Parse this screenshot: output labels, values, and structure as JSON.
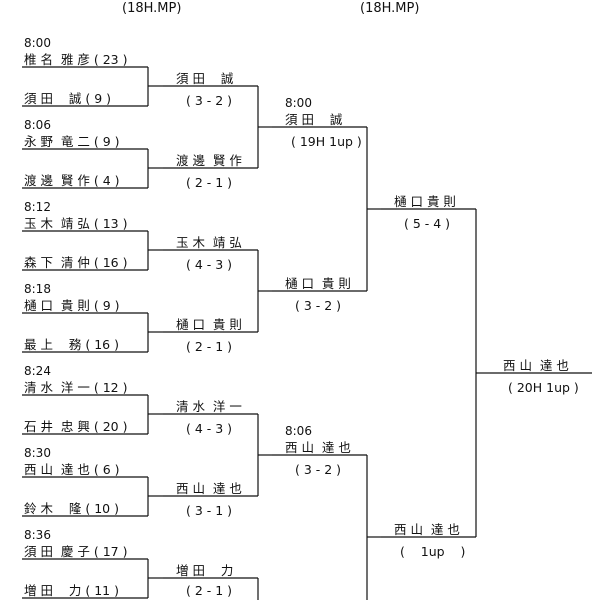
{
  "header": {
    "left_format": "(18H.MP)",
    "right_format": "(18H.MP)"
  },
  "round1": [
    {
      "time": "8:00",
      "top": "椎 名  雅 彦 ( 23 )",
      "bottom": "須 田    誠 ( 9 )"
    },
    {
      "time": "8:06",
      "top": "永 野  竜 二 ( 9 )",
      "bottom": "渡 邊  賢 作 ( 4 )"
    },
    {
      "time": "8:12",
      "top": "玉 木  靖 弘 ( 13 )",
      "bottom": "森 下  清 仲 ( 16 )"
    },
    {
      "time": "8:18",
      "top": "樋 口  貴 則 ( 9 )",
      "bottom": "最 上    務 ( 16 )"
    },
    {
      "time": "8:24",
      "top": "清 水  洋 一 ( 12 )",
      "bottom": "石 井  忠 興 ( 20 )"
    },
    {
      "time": "8:30",
      "top": "西 山  達 也 ( 6 )",
      "bottom": "鈴 木    隆 ( 10 )"
    },
    {
      "time": "8:36",
      "top": "須 田  慶 子 ( 17 )",
      "bottom": "増 田    力 ( 11 )"
    }
  ],
  "round2": [
    {
      "winner": "須 田    誠",
      "score": "( 3 - 2 )"
    },
    {
      "winner": "渡 邊  賢 作",
      "score": "( 2 - 1 )"
    },
    {
      "winner": "玉 木  靖 弘",
      "score": "( 4 - 3 )"
    },
    {
      "winner": "樋 口  貴 則",
      "score": "( 2 - 1 )"
    },
    {
      "winner": "清 水  洋 一",
      "score": "( 4 - 3 )"
    },
    {
      "winner": "西 山  達 也",
      "score": "( 3 - 1 )"
    },
    {
      "winner": "増 田    力",
      "score": "( 2 - 1 )"
    }
  ],
  "round3": [
    {
      "time": "8:00",
      "winner": "須 田    誠",
      "score": "( 19H 1up )"
    },
    {
      "winner": "樋 口  貴 則",
      "score": "( 3 - 2 )"
    },
    {
      "time": "8:06",
      "winner": "西 山  達 也",
      "score": "( 3 - 2 )"
    }
  ],
  "round4": [
    {
      "winner": "樋 口 貴 則",
      "score": "( 5 - 4 )"
    },
    {
      "winner": "西 山  達 也",
      "score": "(    1up    )"
    }
  ],
  "round5": {
    "winner": "西 山  達 也",
    "score": "( 20H 1up )"
  }
}
